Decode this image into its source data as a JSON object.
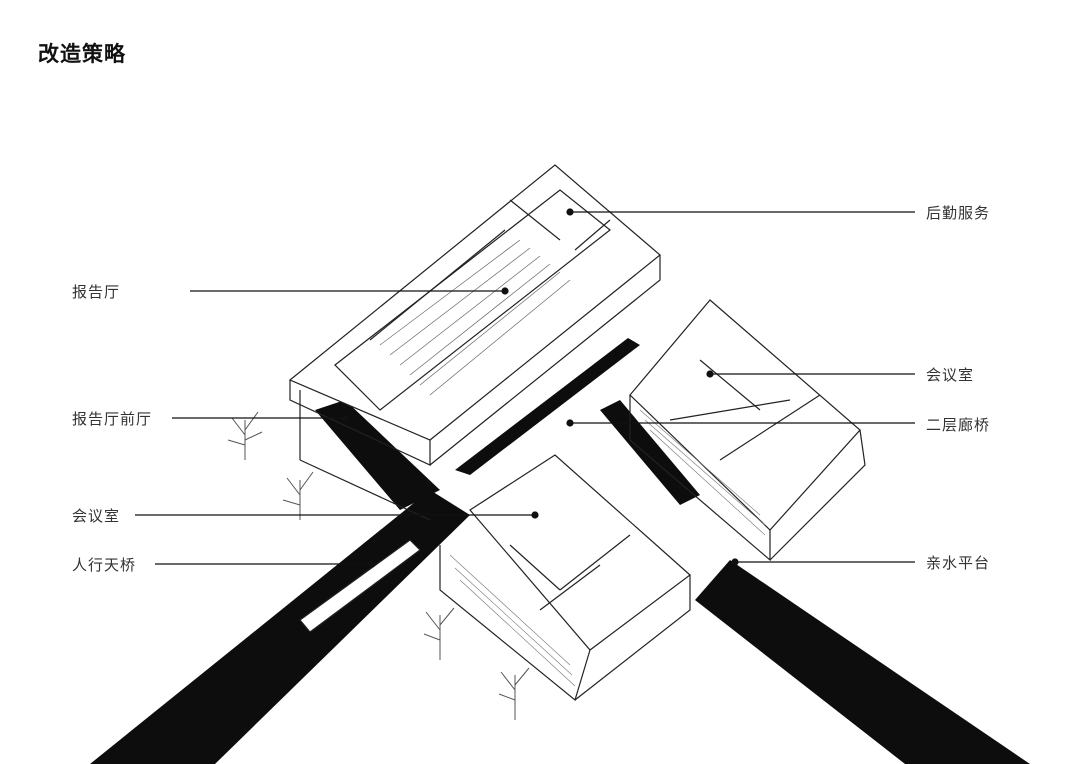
{
  "page": {
    "title": "改造策略"
  },
  "labels": {
    "logistics": "后勤服务",
    "auditorium": "报告厅",
    "meeting_room_right": "会议室",
    "auditorium_foyer": "报告厅前厅",
    "second_floor_corridor": "二层廊桥",
    "meeting_room_left": "会议室",
    "pedestrian_bridge": "人行天桥",
    "waterfront_platform": "亲水平台"
  },
  "colors": {
    "ink": "#111111",
    "road": "#0d0d0d",
    "line": "#222222"
  }
}
